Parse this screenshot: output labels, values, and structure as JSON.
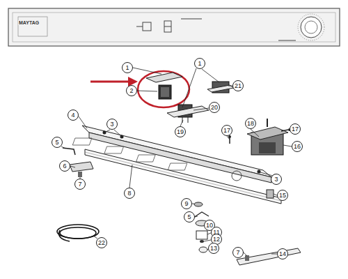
{
  "diagram": {
    "labels": [
      "MAYTAG",
      "1",
      "2",
      "1",
      "21",
      "20",
      "19",
      "17",
      "18",
      "17",
      "3",
      "4",
      "16",
      "5",
      "6",
      "7",
      "3",
      "8",
      "9",
      "15",
      "5",
      "10",
      "11",
      "12",
      "13",
      "7",
      "14",
      "22"
    ]
  }
}
